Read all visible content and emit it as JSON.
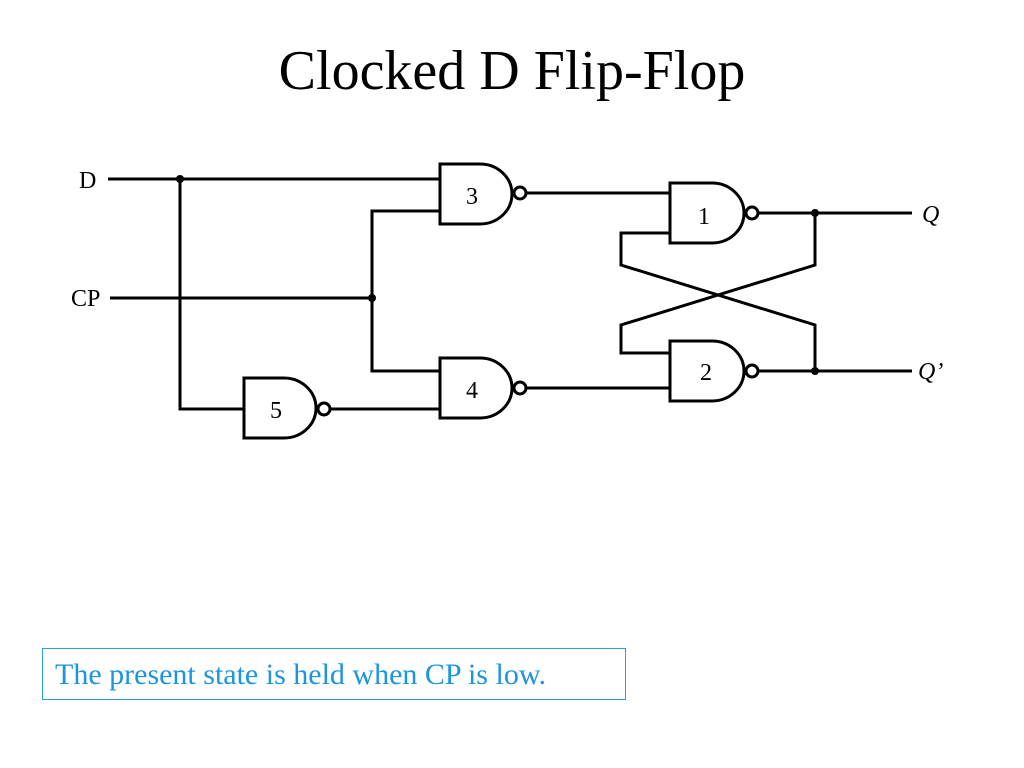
{
  "title": "Clocked D Flip-Flop",
  "inputs": {
    "d": "D",
    "cp": "CP"
  },
  "outputs": {
    "q": "Q",
    "q_prime": "Q’"
  },
  "gates": [
    {
      "id": "gate-1",
      "type": "NAND",
      "label": "1"
    },
    {
      "id": "gate-2",
      "type": "NAND",
      "label": "2"
    },
    {
      "id": "gate-3",
      "type": "NAND",
      "label": "3"
    },
    {
      "id": "gate-4",
      "type": "NAND",
      "label": "4"
    },
    {
      "id": "gate-5",
      "type": "NAND",
      "label": "5"
    }
  ],
  "note": "The present state is held when CP is low.",
  "colors": {
    "note_text": "#1b95e0",
    "note_border": "#2aa0e0",
    "line": "#000000"
  }
}
